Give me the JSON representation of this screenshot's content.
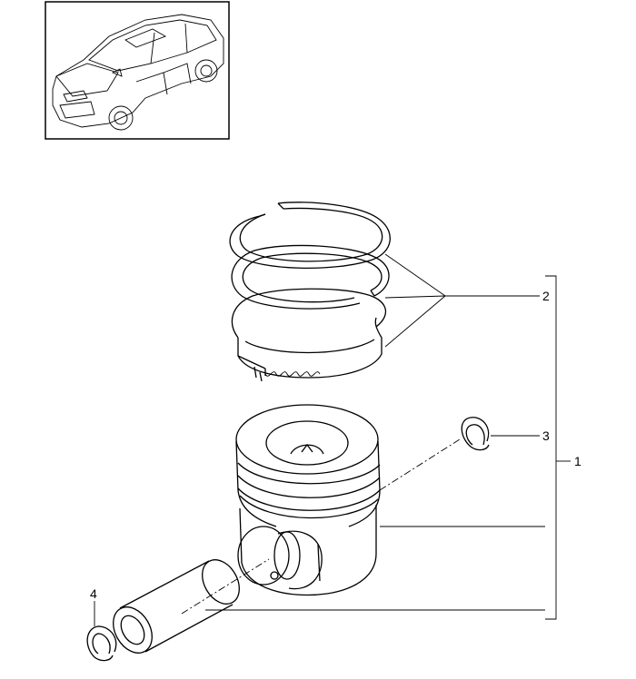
{
  "diagram": {
    "callouts": [
      {
        "id": "1",
        "label": "1"
      },
      {
        "id": "2",
        "label": "2"
      },
      {
        "id": "3",
        "label": "3"
      },
      {
        "id": "4",
        "label": "4"
      }
    ],
    "thumbnail": {
      "icon": "suv-car-icon"
    }
  }
}
